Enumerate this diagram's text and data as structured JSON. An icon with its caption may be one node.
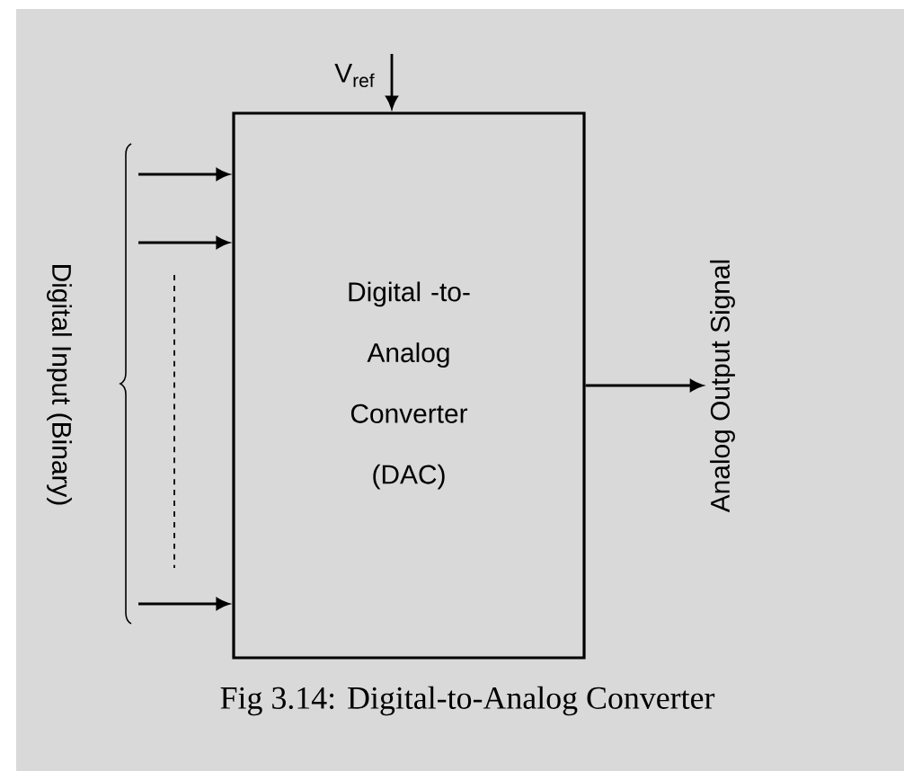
{
  "diagram": {
    "caption": "Fig 3.14: Digital-to-Analog Converter",
    "nodes": [
      {
        "text": [
          "Digital -to- Analog Converter (DAC)"
        ]
      },
      {
        "text": [
          "Analog Output Signal"
        ]
      }
    ],
    "edges": [
      {
        "from": null,
        "to": 0,
        "arrow": "to",
        "label": "V$_{ref}$"
      },
      {
        "from": null,
        "to": 0,
        "arrow": "to"
      },
      {
        "from": null,
        "to": 0,
        "arrow": "to"
      },
      {
        "from": null,
        "to": 0,
        "arrow": "to"
      },
      {
        "from": 0,
        "to": 1,
        "arrow": "to"
      }
    ],
    "labels": [
      "Digital Input (Binary)"
    ]
  }
}
